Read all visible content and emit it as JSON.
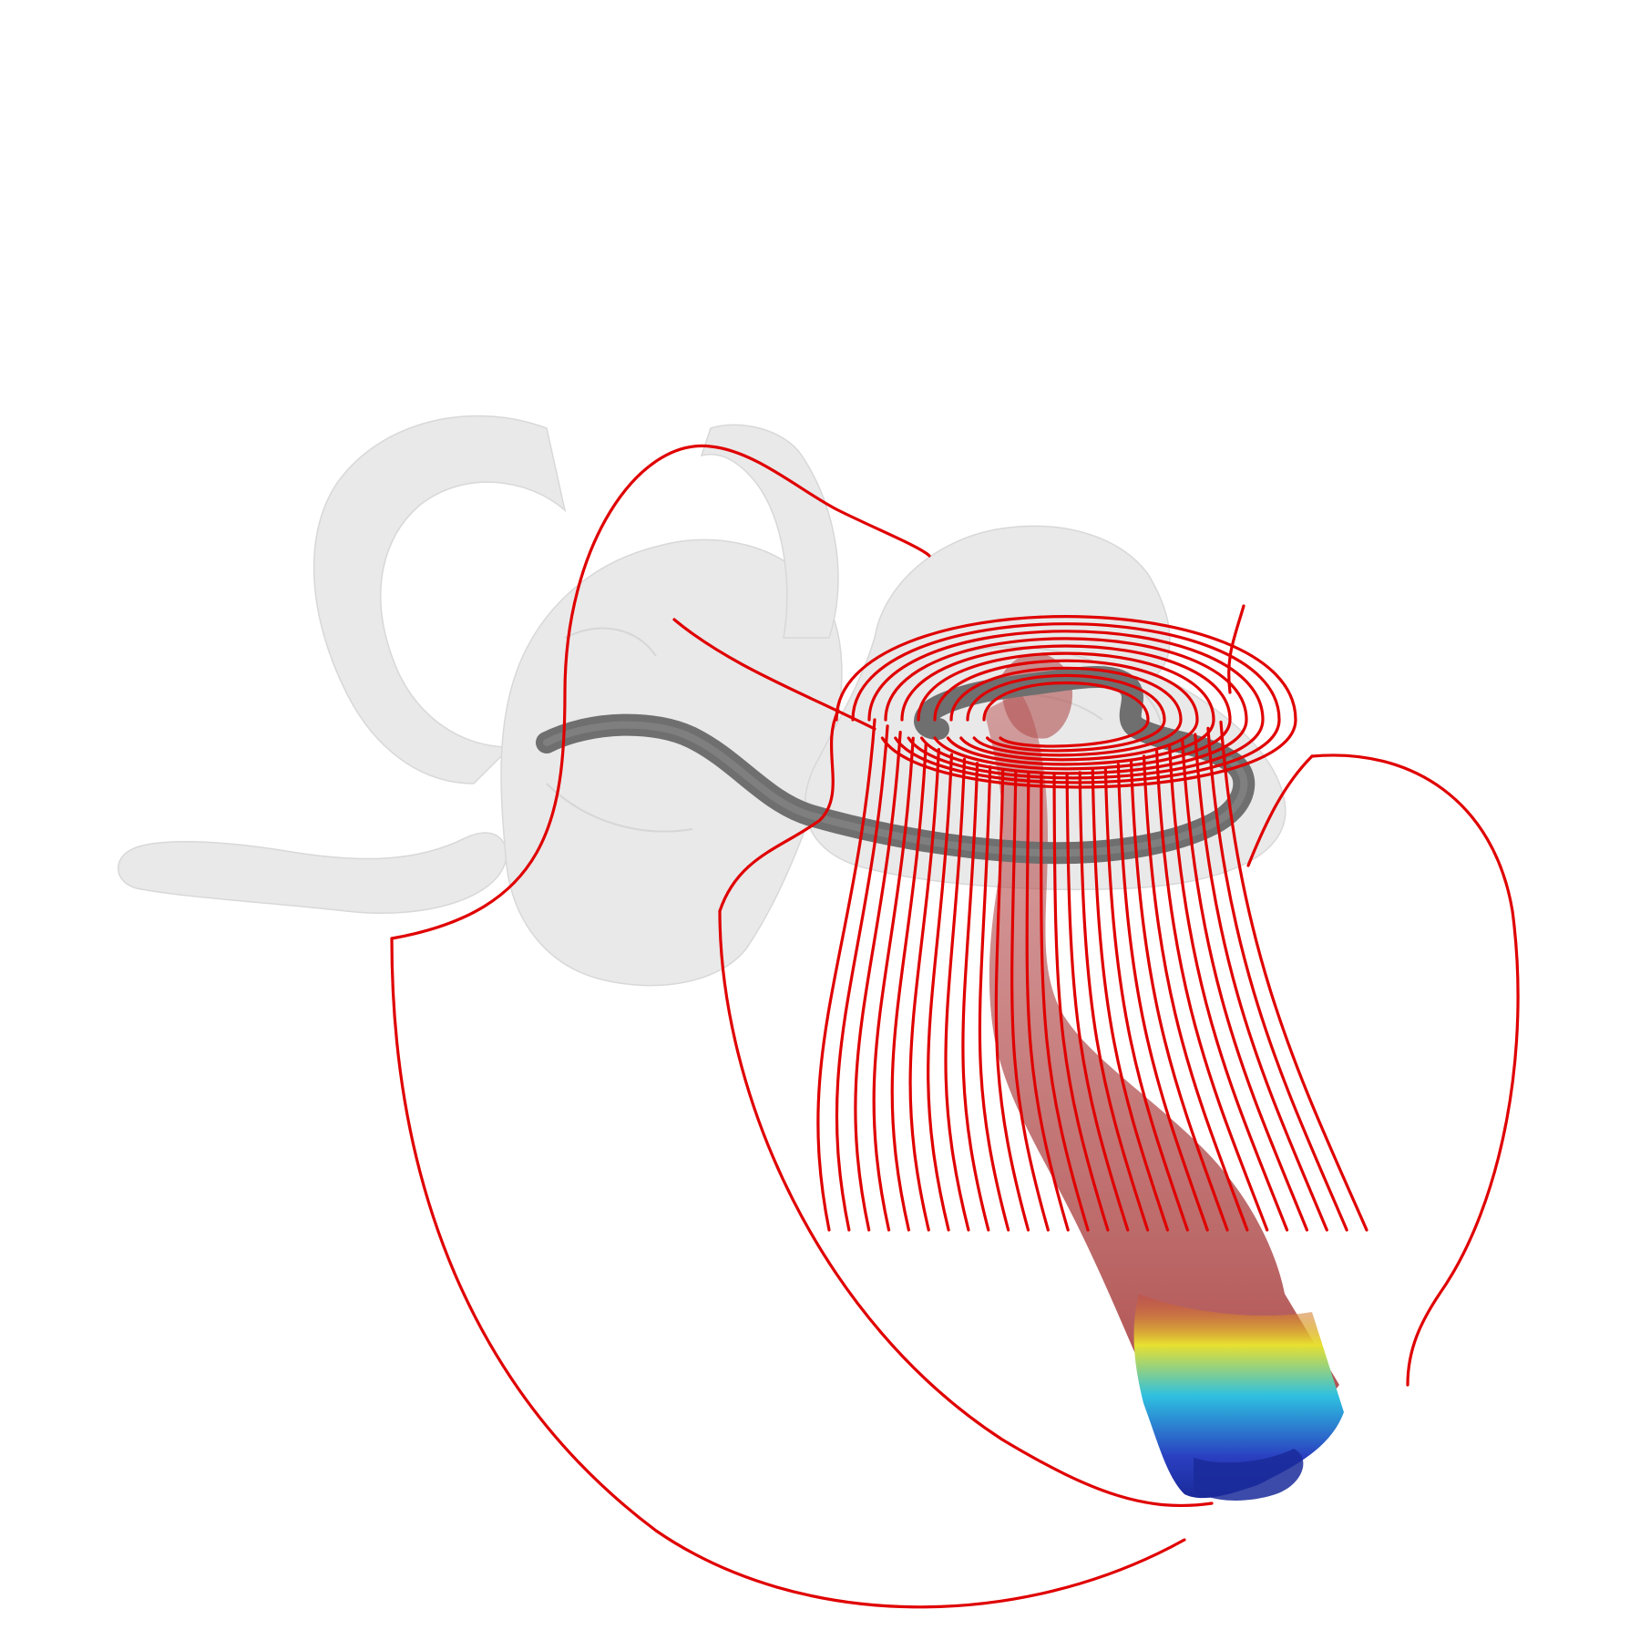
{
  "scene": {
    "description_visible_text": "",
    "colors": {
      "background": "#ffffff",
      "bone": "#e6e6e6",
      "electrode": "#6f6f6f",
      "electrode_core": "#8a8a8a",
      "fibers": "#e00000",
      "nerve": "#a54040",
      "heat_low": "#1a2a9a",
      "heat_mid": "#2ec0e0",
      "heat_high": "#e8e030"
    },
    "layers": [
      "cochlea-bone-shell",
      "electrode-array",
      "auditory-nerve-bundle",
      "nerve-fiber-tracts",
      "stimulation-heatmap"
    ]
  }
}
